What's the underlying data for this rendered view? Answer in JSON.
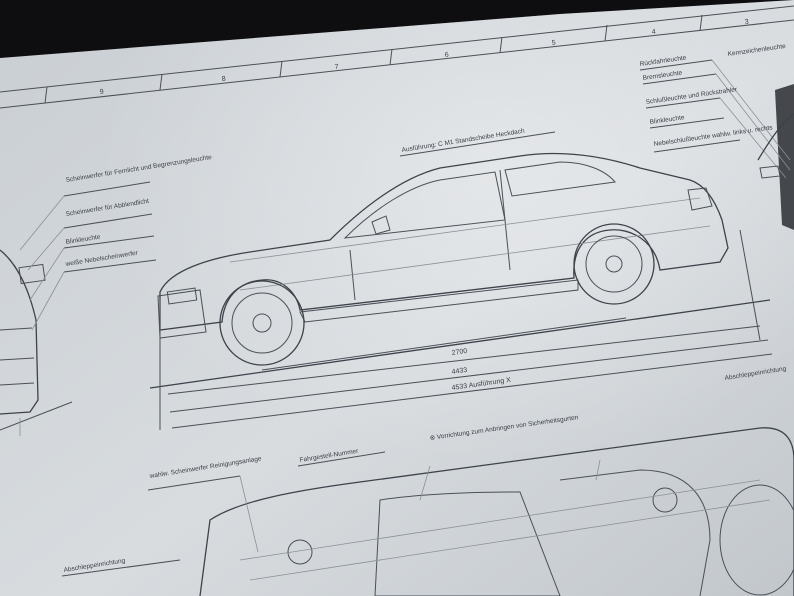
{
  "zone_numbers": [
    "9",
    "8",
    "7",
    "6",
    "5",
    "4",
    "3"
  ],
  "top_variant_label": "Ausführung: C M1 Standscheibe Heckdach",
  "left_callouts": [
    "Scheinwerfer für Fernlicht und Begrenzungsleuchte",
    "Scheinwerfer für Abblendlicht",
    "Blinkleuchte",
    "weiße Nebelscheinwerfer"
  ],
  "right_callouts": [
    "Rückfahrleuchte",
    "Bremsleuchte",
    "Schlußleuchte und Rückstrahler",
    "Blinkleuchte",
    "Nebelschlußleuchte wahlw. links u. rechts"
  ],
  "top_right_label": "Kennzeichenleuchte",
  "dimensions": [
    "2700",
    "4433",
    "4533 Ausführung X"
  ],
  "right_side_label": "Abschleppeinrichtung",
  "note": "⊗ Vorrichtung zum Anbringen von Sicherheitsgurten",
  "bottom_labels": {
    "washer": "wahlw. Scheinwerfer Reinigungsanlage",
    "vin": "Fahrgestell-Nummer",
    "tow": "Abschleppeinrichtung"
  }
}
